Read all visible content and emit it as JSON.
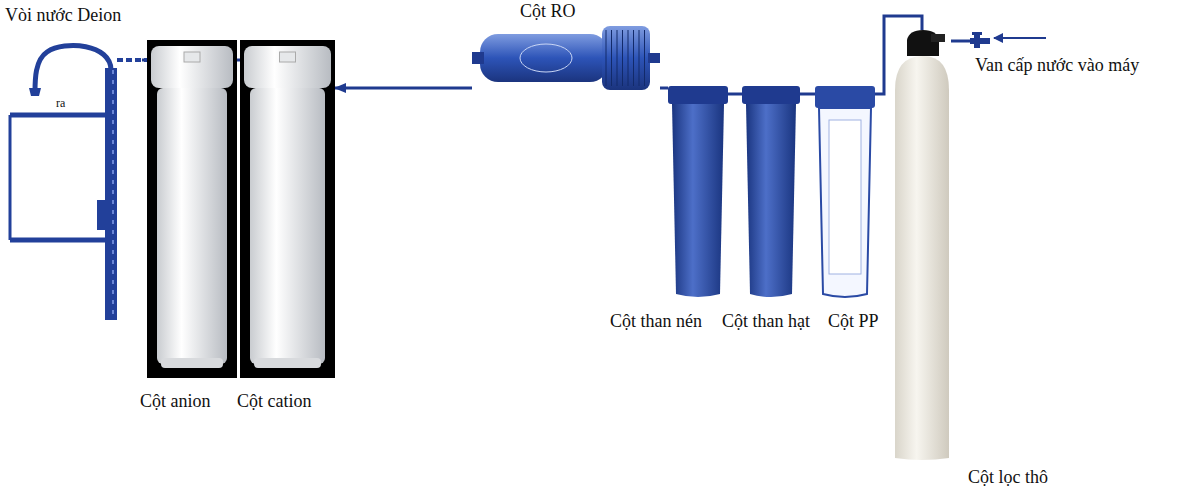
{
  "diagram": {
    "nodes": [
      {
        "text": [
          "Vòi nước Deion"
        ]
      },
      {
        "text": [
          "Cột anion"
        ]
      },
      {
        "text": [
          "Cột cation"
        ]
      },
      {
        "text": [
          "Cột RO"
        ]
      },
      {
        "text": [
          "Cột than nén"
        ]
      },
      {
        "text": [
          "Cột than hạt"
        ]
      },
      {
        "text": [
          "Cột PP"
        ]
      },
      {
        "text": [
          "Cột lọc thô"
        ]
      },
      {
        "text": [
          "Van cấp nước vào máy"
        ]
      }
    ],
    "edges": [
      {
        "from": 8,
        "to": 7,
        "arrow": "none"
      },
      {
        "from": 7,
        "to": 6,
        "arrow": "none"
      },
      {
        "from": 6,
        "to": 5,
        "arrow": "none"
      },
      {
        "from": 5,
        "to": 4,
        "arrow": "none"
      },
      {
        "from": 4,
        "to": 3,
        "arrow": "none"
      },
      {
        "from": 3,
        "to": 2,
        "arrow": "to"
      },
      {
        "from": 2,
        "to": 1,
        "arrow": "none"
      },
      {
        "from": 1,
        "to": 0,
        "arrow": "none"
      }
    ],
    "labels": [
      "ra"
    ]
  }
}
